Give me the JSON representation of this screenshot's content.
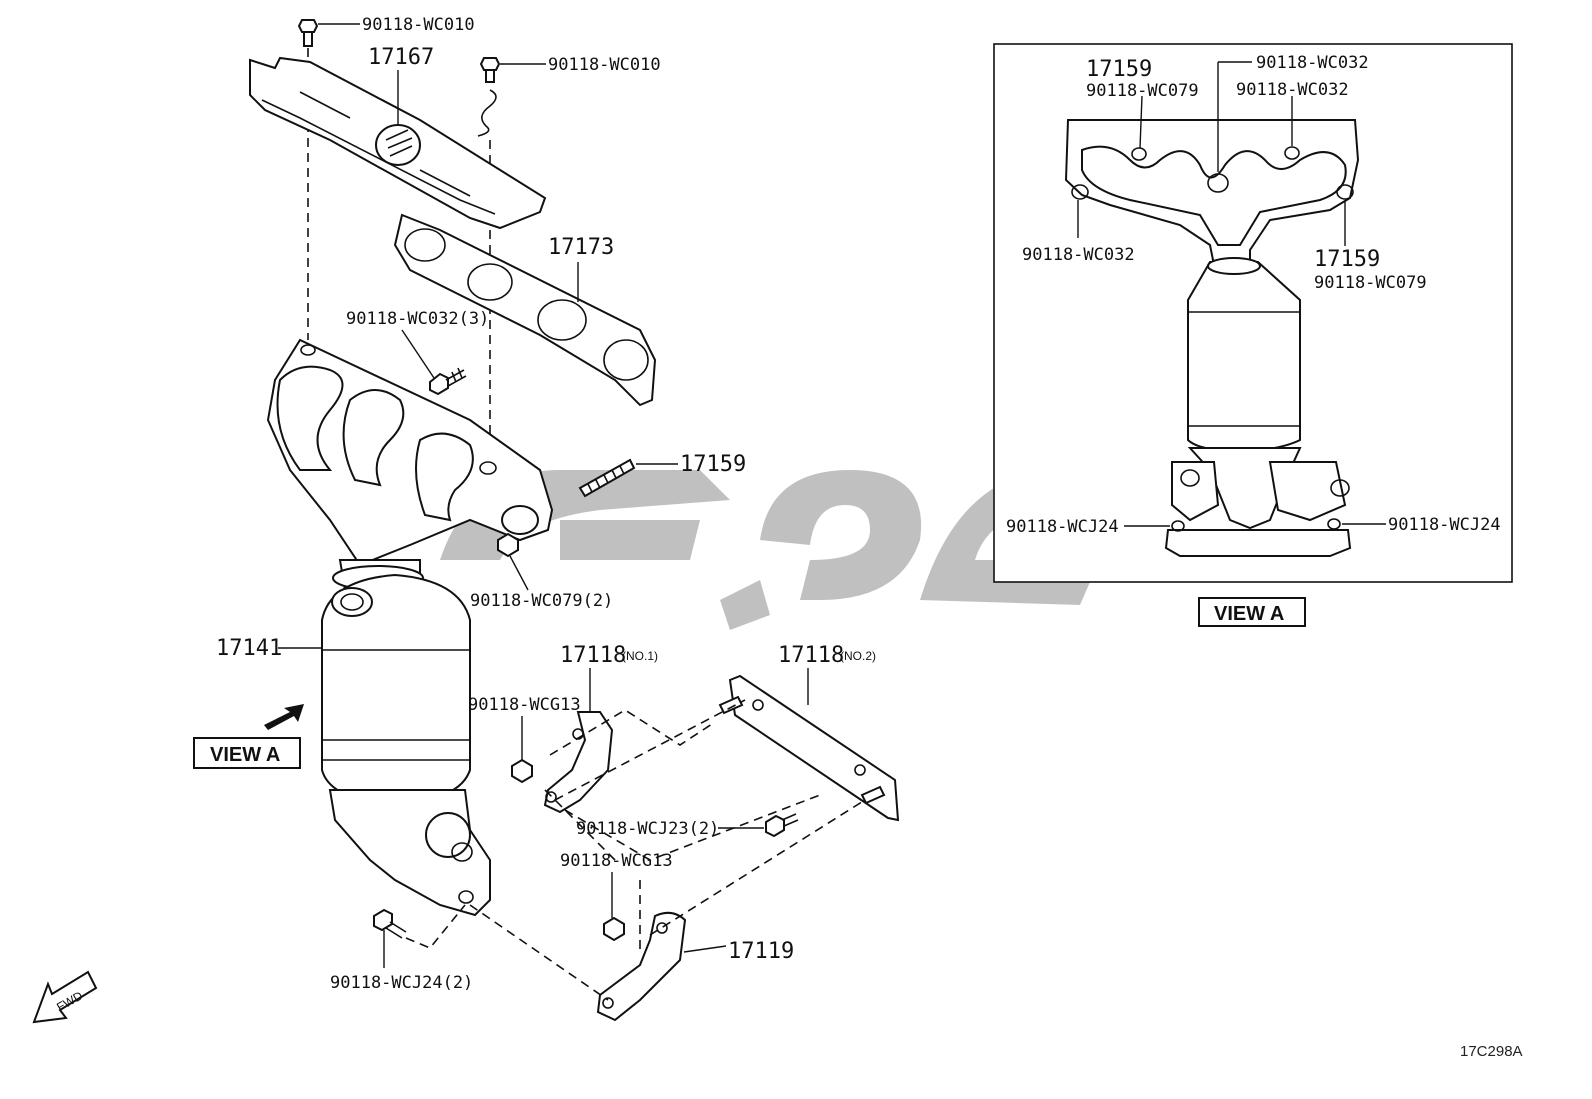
{
  "main_diagram": {
    "labels": {
      "bolt_top_left": "90118-WC010",
      "bolt_top_right": "90118-WC010",
      "heat_insulator": "17167",
      "gasket": "17173",
      "bolt_manifold": "90118-WC032(3)",
      "stud": "17159",
      "nut_manifold": "90118-WC079(2)",
      "converter": "17141",
      "bracket_no1": "17118",
      "bracket_no1_note": "(NO.1)",
      "bracket_no2": "17118",
      "bracket_no2_note": "(NO.2)",
      "nut_bracket1": "90118-WCG13",
      "bolt_bracket": "90118-WCJ23(2)",
      "nut_bracket2": "90118-WCG13",
      "stay": "17119",
      "bolt_bottom": "90118-WCJ24(2)"
    },
    "view_tag": "VIEW A",
    "fwd_tag": "FWD"
  },
  "inset": {
    "labels": {
      "stud_top": "17159",
      "nut_top": "90118-WC079",
      "bolt_top_a": "90118-WC032",
      "bolt_top_b": "90118-WC032",
      "bolt_left": "90118-WC032",
      "stud_right": "17159",
      "nut_right": "90118-WC079",
      "bolt_bottom_left": "90118-WCJ24",
      "bolt_bottom_right": "90118-WCJ24"
    },
    "caption": "VIEW A"
  },
  "diagram_code": "17C298A",
  "watermark": {
    "color": "#bdbdbd"
  }
}
